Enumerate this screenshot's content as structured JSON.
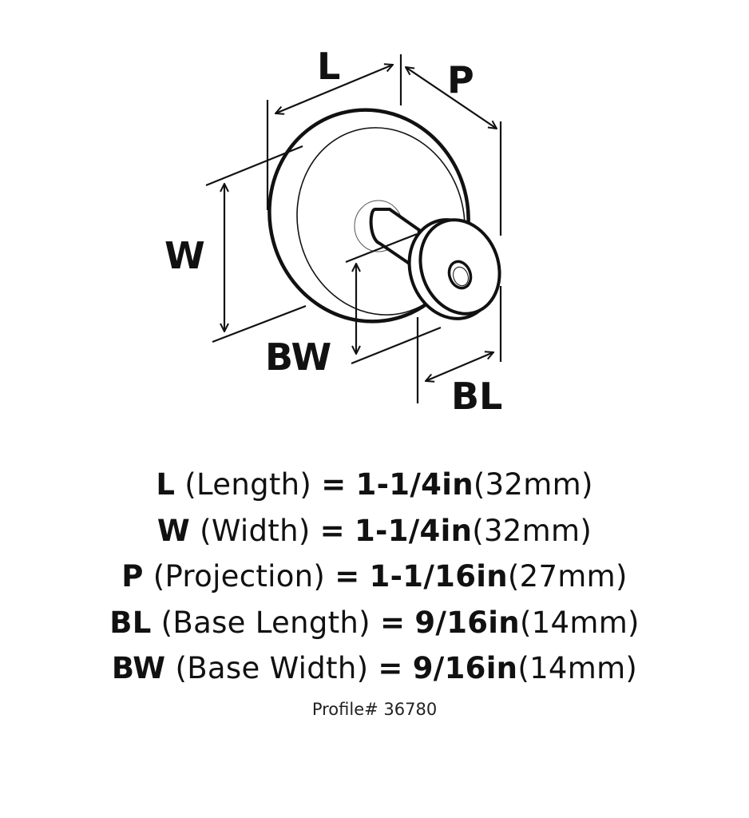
{
  "diagram": {
    "labels": {
      "length": "L",
      "projection": "P",
      "width": "W",
      "base_width": "BW",
      "base_length": "BL"
    }
  },
  "specs": [
    {
      "symbol": "L",
      "name": "(Length)",
      "equals": "=",
      "value": "1-1/4in",
      "metric": "(32mm)"
    },
    {
      "symbol": "W",
      "name": "(Width)",
      "equals": "=",
      "value": "1-1/4in",
      "metric": "(32mm)"
    },
    {
      "symbol": "P",
      "name": "(Projection)",
      "equals": "=",
      "value": "1-1/16in",
      "metric": "(27mm)"
    },
    {
      "symbol": "BL",
      "name": "(Base Length)",
      "equals": "=",
      "value": "9/16in",
      "metric": "(14mm)"
    },
    {
      "symbol": "BW",
      "name": "(Base Width)",
      "equals": "=",
      "value": "9/16in",
      "metric": "(14mm)"
    }
  ],
  "profile": "Profile# 36780"
}
